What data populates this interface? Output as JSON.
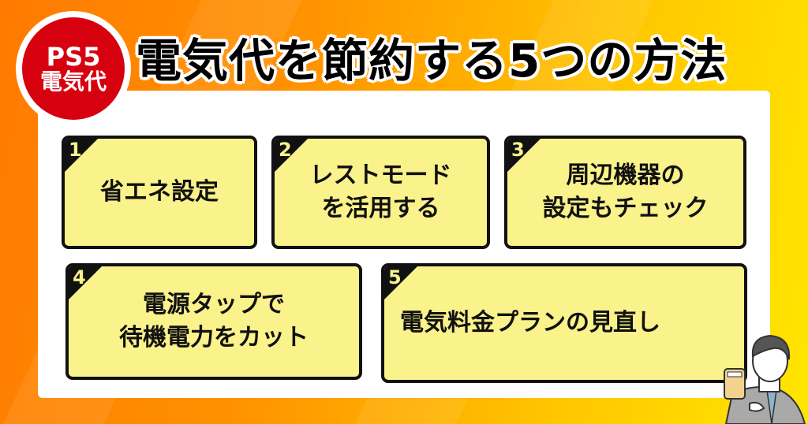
{
  "badge": {
    "line1": "PS5",
    "line2": "電気代"
  },
  "title": "電気代を節約する5つの方法",
  "cards": [
    {
      "num": "1",
      "text": "省エネ設定"
    },
    {
      "num": "2",
      "line1": "レストモード",
      "line2": "を活用する"
    },
    {
      "num": "3",
      "line1": "周辺機器の",
      "line2": "設定もチェック"
    },
    {
      "num": "4",
      "line1": "電源タップで",
      "line2": "待機電力をカット"
    },
    {
      "num": "5",
      "text": "電気料金プランの見直し"
    }
  ],
  "colors": {
    "badge": "#d7000f",
    "card": "#faf28a",
    "border": "#111111"
  }
}
